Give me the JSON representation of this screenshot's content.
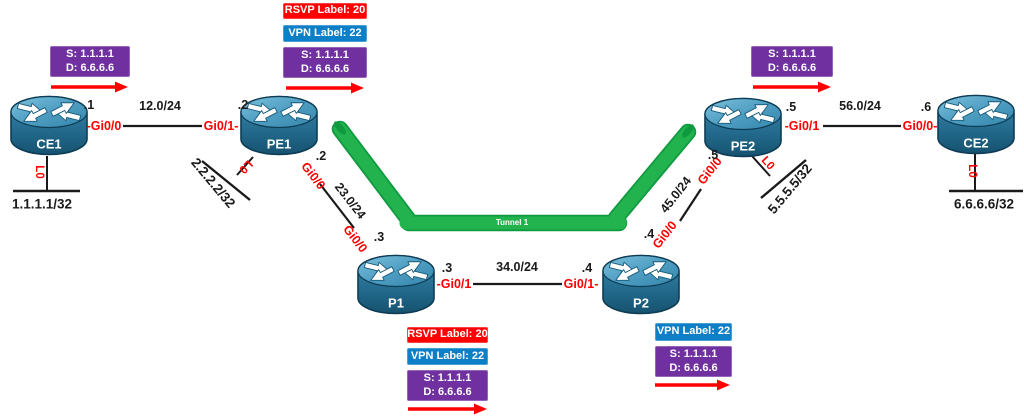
{
  "colors": {
    "rsvp_red": "#ff0000",
    "vpn_blue": "#0d7fc6",
    "sd_purple": "#7030a0",
    "tunnel_green": "#22b24e",
    "tunnel_green_dark": "#0f9a40",
    "interface_red": "#ff0000",
    "arrow_red": "#ff0000",
    "link_black": "#1a1a1a"
  },
  "routers": {
    "ce1": {
      "label": "CE1"
    },
    "pe1": {
      "label": "PE1"
    },
    "p1": {
      "label": "P1"
    },
    "p2": {
      "label": "P2"
    },
    "pe2": {
      "label": "PE2"
    },
    "ce2": {
      "label": "CE2"
    }
  },
  "links": {
    "ce1_pe1": {
      "subnet": "12.0/24",
      "a_ip": ".1",
      "a_if": "-Gi0/0",
      "b_if": "Gi0/1-",
      "b_ip": ".2"
    },
    "pe1_p1": {
      "subnet": "23.0/24",
      "a_ip": ".2",
      "a_if": "Gi0/0",
      "b_if": "Gi0/0",
      "b_ip": ".3"
    },
    "p1_p2": {
      "subnet": "34.0/24",
      "a_ip": ".3",
      "a_if": "-Gi0/1",
      "b_if": "Gi0/1-",
      "b_ip": ".4"
    },
    "p2_pe2": {
      "subnet": "45.0/24",
      "a_ip": ".4",
      "a_if": "Gi0/0",
      "b_if": "Gi0/0",
      "b_ip": ".5"
    },
    "pe2_ce2": {
      "subnet": "56.0/24",
      "a_ip": ".5",
      "a_if": "-Gi0/1",
      "b_if": "Gi0/0-",
      "b_ip": ".6"
    }
  },
  "loopbacks": {
    "ce1": {
      "if_label": "L0",
      "network": "1.1.1.1/32"
    },
    "pe1": {
      "if_label": "L0",
      "network": "2.2.2.2/32"
    },
    "pe2": {
      "if_label": "L0",
      "network": "5.5.5.5/32"
    },
    "ce2": {
      "if_label": "L0",
      "network": "6.6.6.6/32"
    }
  },
  "tunnel": {
    "label": "Tunnel 1"
  },
  "stacks": {
    "ce1": {
      "s": "S: 1.1.1.1",
      "d": "D: 6.6.6.6"
    },
    "pe1": {
      "rsvp": "RSVP Label: 20",
      "vpn": "VPN Label: 22",
      "s": "S: 1.1.1.1",
      "d": "D: 6.6.6.6"
    },
    "p1": {
      "rsvp": "RSVP Label: 20",
      "vpn": "VPN Label: 22",
      "s": "S: 1.1.1.1",
      "d": "D: 6.6.6.6"
    },
    "p2": {
      "vpn": "VPN Label: 22",
      "s": "S: 1.1.1.1",
      "d": "D: 6.6.6.6"
    },
    "pe2": {
      "s": "S: 1.1.1.1",
      "d": "D: 6.6.6.6"
    }
  }
}
